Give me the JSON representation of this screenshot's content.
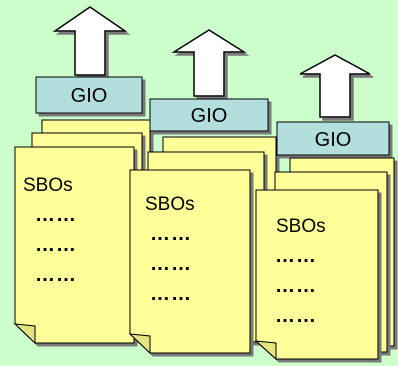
{
  "colors": {
    "background": "#ccffcc",
    "gio_box": "#b3dede",
    "document": "#ffff99",
    "arrow": "#ffffff",
    "outline": "#000000"
  },
  "stacks": [
    {
      "gio_label": "GIO",
      "doc_title": "SBOs",
      "lines": [
        "……",
        "……",
        "……"
      ]
    },
    {
      "gio_label": "GIO",
      "doc_title": "SBOs",
      "lines": [
        "……",
        "……",
        "……"
      ]
    },
    {
      "gio_label": "GIO",
      "doc_title": "SBOs",
      "lines": [
        "……",
        "……",
        "……"
      ]
    }
  ]
}
